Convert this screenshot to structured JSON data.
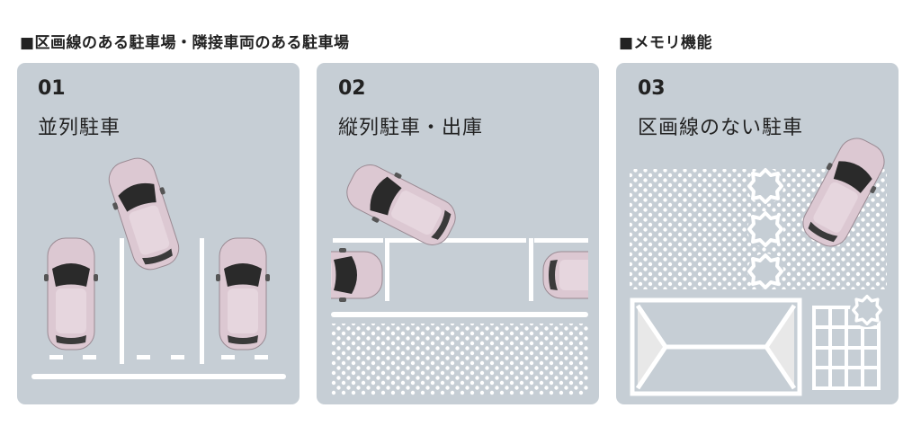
{
  "sections": [
    {
      "title": "■区画線のある駐車場・隣接車両のある駐車場"
    },
    {
      "title": "■メモリ機能"
    }
  ],
  "panels": [
    {
      "number": "01",
      "title": "並列駐車"
    },
    {
      "number": "02",
      "title": "縦列駐車・出庫"
    },
    {
      "number": "03",
      "title": "区画線のない駐車"
    }
  ],
  "colors": {
    "panel": "#c6ced5",
    "car_body": "#dcc8d2",
    "glass": "#2a2a2a",
    "line": "#ffffff"
  }
}
